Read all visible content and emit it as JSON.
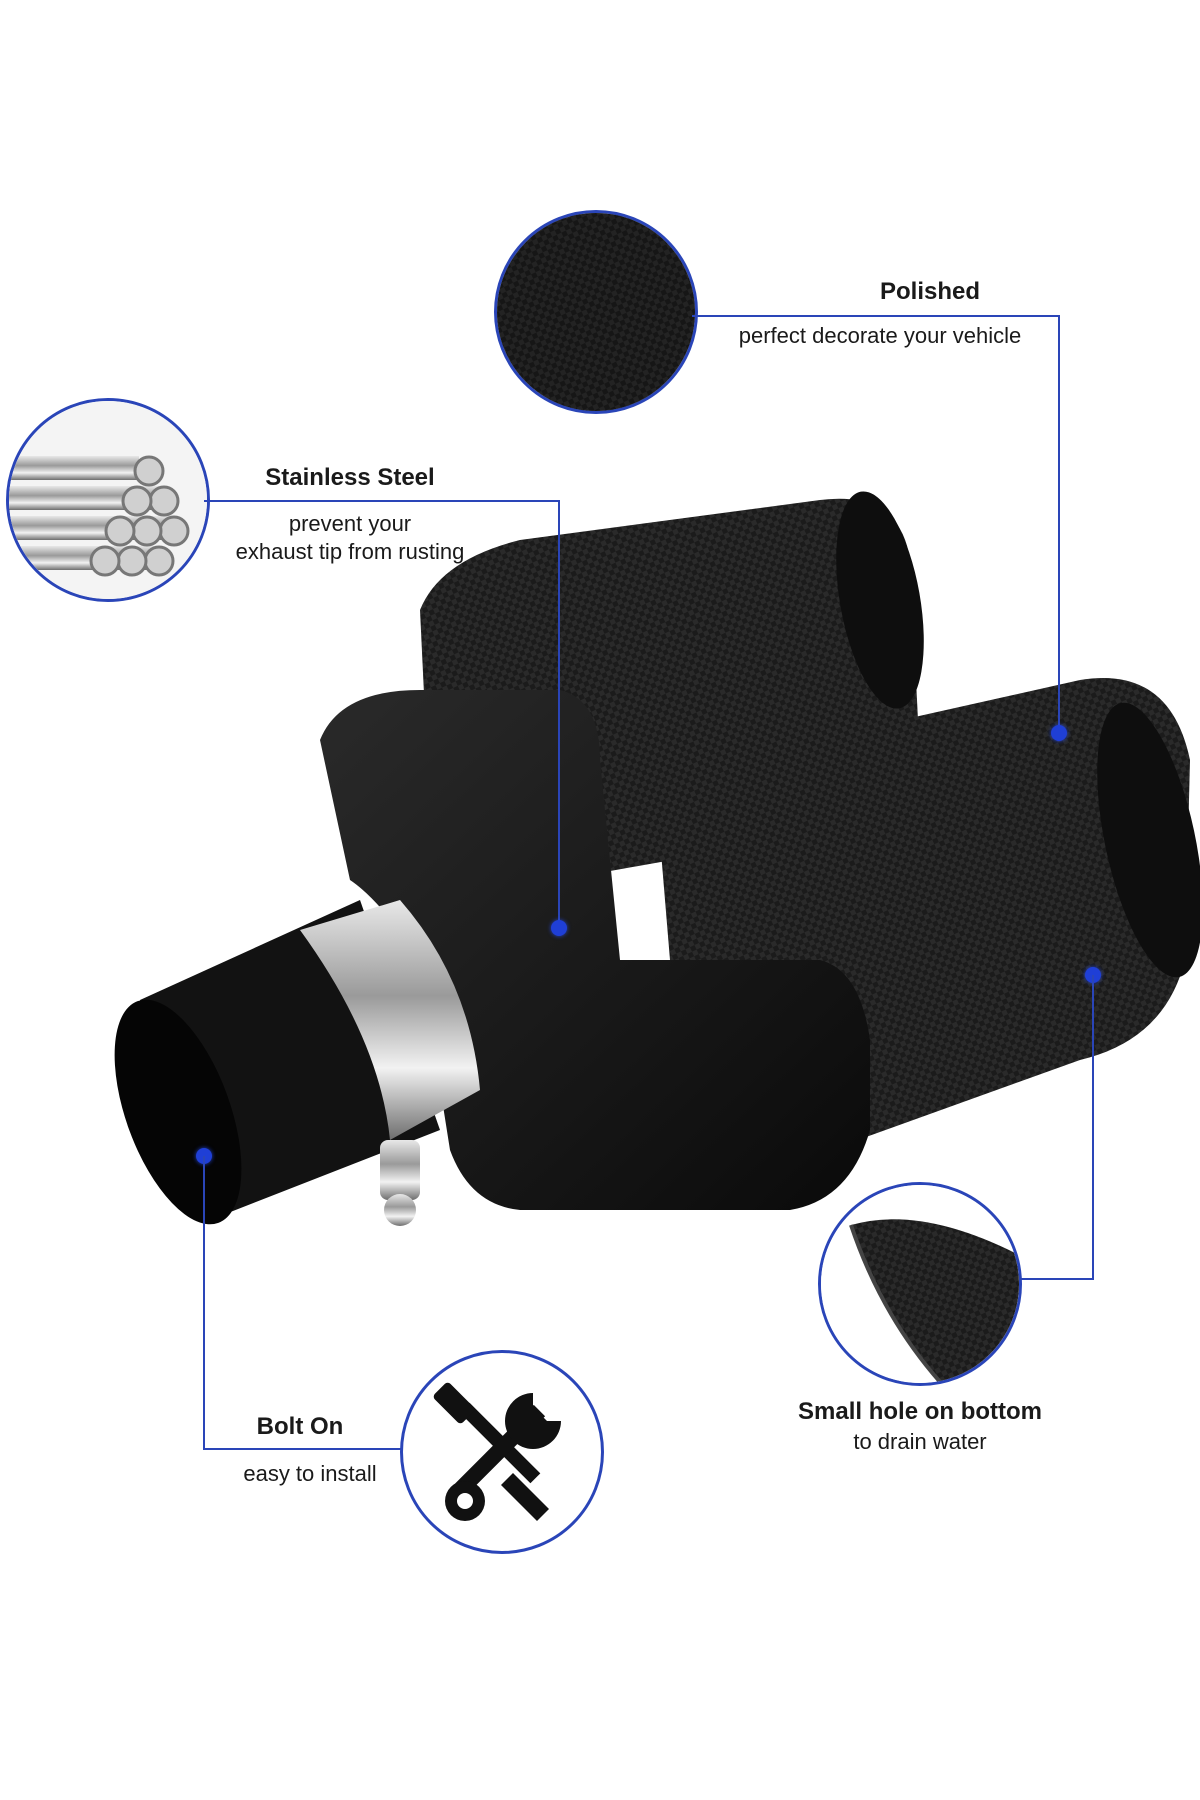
{
  "features": {
    "polished": {
      "title": "Polished",
      "desc": "perfect decorate your vehicle"
    },
    "stainless": {
      "title": "Stainless Steel",
      "desc_line1": "prevent your",
      "desc_line2": "exhaust tip from rusting"
    },
    "bolt_on": {
      "title": "Bolt On",
      "desc": "easy to install"
    },
    "small_hole": {
      "title": "Small hole on bottom",
      "desc": "to drain water"
    }
  },
  "icons": {
    "polished": "carbon-fiber-texture-icon",
    "stainless": "steel-pipes-icon",
    "bolt_on": "screwdriver-wrench-icon",
    "small_hole": "carbon-tip-bottom-icon"
  },
  "colors": {
    "accent": "#2a45b8",
    "dot": "#1f3fd6",
    "product": "#111111"
  }
}
